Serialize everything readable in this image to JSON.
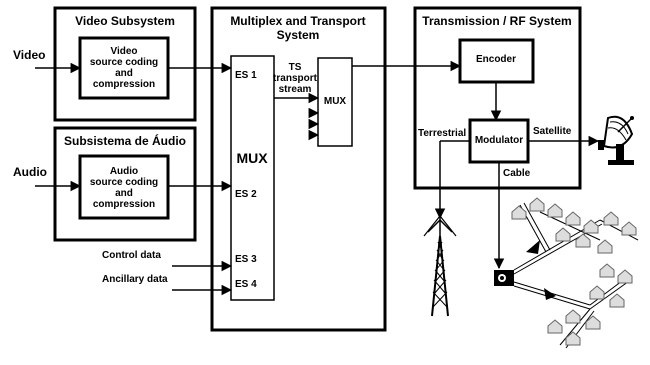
{
  "video_subsystem": {
    "title": "Video Subsystem",
    "block": [
      "Video",
      "source coding",
      "and",
      "compression"
    ]
  },
  "audio_subsystem": {
    "title": "Subsistema de Áudio",
    "block": [
      "Audio",
      "source coding",
      "and",
      "compression"
    ]
  },
  "inputs": {
    "video": "Video",
    "audio": "Audio",
    "control": "Control data",
    "ancillary": "Ancillary data"
  },
  "multiplex": {
    "title": [
      "Multiplex and Transport",
      "System"
    ],
    "mux_label": "MUX",
    "streams": [
      "ES 1",
      "ES 2",
      "ES 3",
      "ES 4"
    ],
    "ts_label": [
      "TS",
      "transport",
      "stream"
    ],
    "mux2_label": "MUX"
  },
  "transmission": {
    "title": "Transmission / RF System",
    "encoder": "Encoder",
    "modulator": "Modulator",
    "terrestrial": "Terrestrial",
    "satellite": "Satellite",
    "cable": "Cable"
  },
  "icons": [
    "satellite-dish-icon",
    "radio-tower-icon",
    "cable-network-icon"
  ]
}
